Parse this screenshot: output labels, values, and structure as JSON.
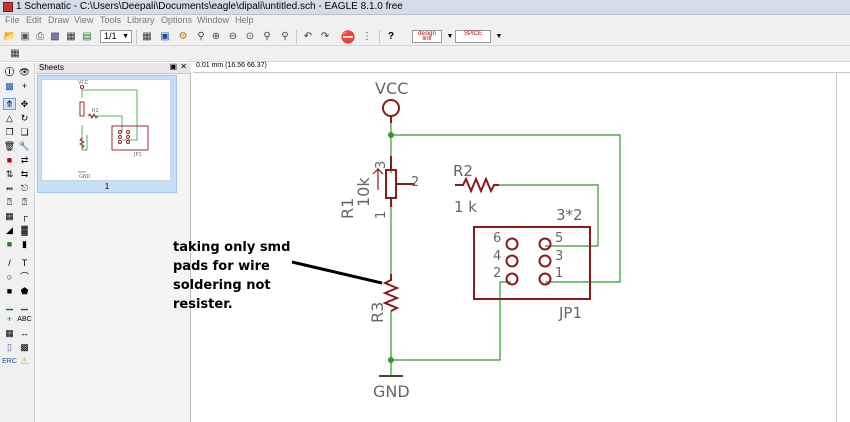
{
  "window": {
    "title": "1 Schematic - C:\\Users\\Deepali\\Documents\\eagle\\dipali\\untitled.sch - EAGLE 8.1.0 free"
  },
  "menu": [
    "File",
    "Edit",
    "Draw",
    "View",
    "Tools",
    "Library",
    "Options",
    "Window",
    "Help"
  ],
  "toolbar": {
    "sheet_select": "1/1",
    "badge_designlink": "design link",
    "badge_spice": "SPICE"
  },
  "sheets_panel": {
    "title": "Sheets",
    "sheet_number": "1"
  },
  "coordinates": "0.01 mm (16.56 66.37)",
  "schematic": {
    "vcc": "VCC",
    "gnd": "GND",
    "r1_name": "R1",
    "r1_value": "10k",
    "r1_pin3": "3",
    "r1_pin2": "2",
    "r1_pin1": "1",
    "r2_name": "R2",
    "r2_value": "1 k",
    "r3_name": "R3",
    "jp_name": "JP1",
    "jp_size": "3*2",
    "jp_pins": [
      "6",
      "4",
      "2",
      "5",
      "3",
      "1"
    ]
  },
  "annotation": "taking only smd pads for wire soldering not resister.",
  "colors": {
    "wire": "#2a9d2a",
    "symbol": "#8b1a1a",
    "text": "#666666",
    "title_bar": "#d7dde8"
  }
}
